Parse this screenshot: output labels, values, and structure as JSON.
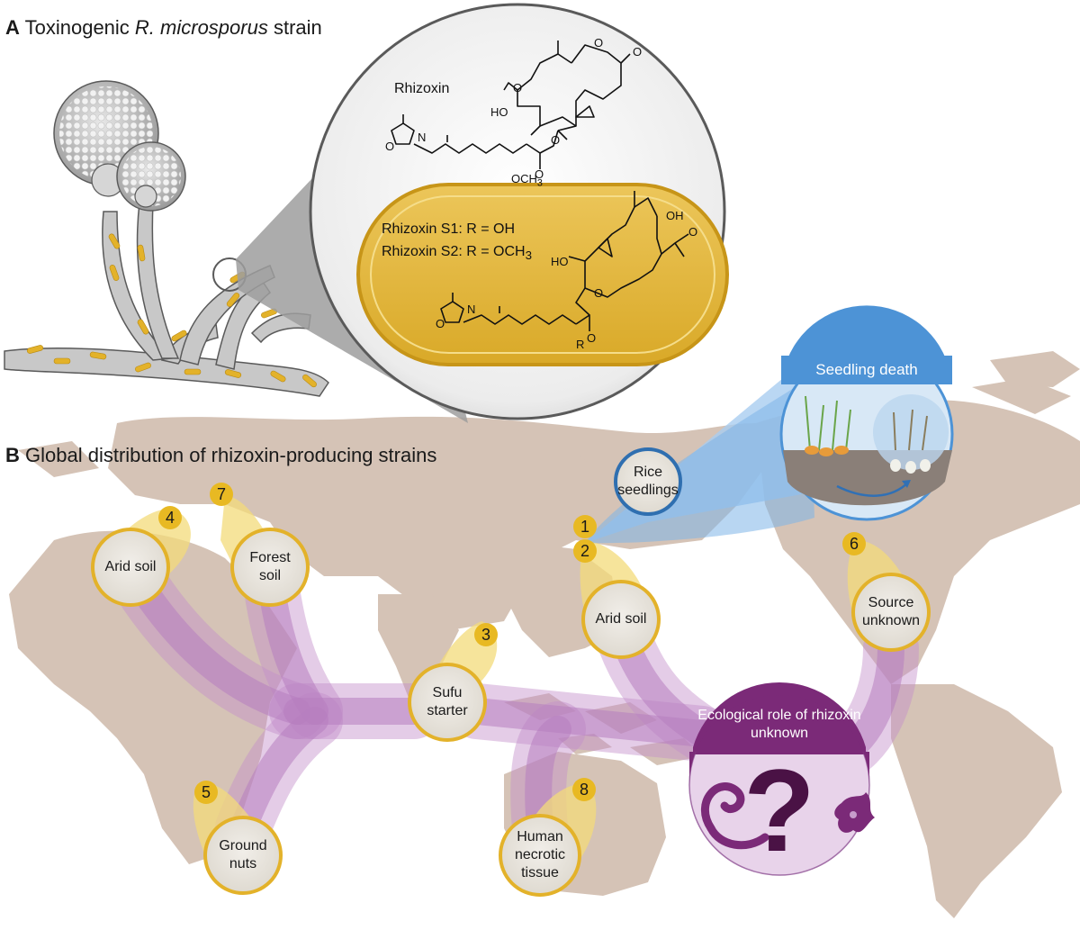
{
  "panel_a": {
    "letter": "A",
    "title_prefix": "Toxinogenic ",
    "title_italic": "R. microsporus",
    "title_suffix": " strain"
  },
  "chemistry": {
    "rhizoxin_name": "Rhizoxin",
    "ho_label": "HO",
    "ho_label_2": "HO",
    "oh_label": "OH",
    "och3_label": "OCH",
    "sub3": "3",
    "o_labels": [
      "O",
      "O",
      "O",
      "O",
      "O",
      "O",
      "O",
      "O",
      "O",
      "O"
    ],
    "n_labels": [
      "N",
      "N"
    ],
    "r_label": "R",
    "s1_line": "Rhizoxin S1: R = OH",
    "s2_line": "Rhizoxin S2: R = OCH",
    "s2_sub": "3"
  },
  "panel_b": {
    "letter": "B",
    "title": "Global distribution of rhizoxin-producing strains"
  },
  "seedling": {
    "title": "Seedling death",
    "source_label": "Rice seedlings"
  },
  "sites": [
    {
      "num": "1"
    },
    {
      "num": "2",
      "label": "Arid soil"
    },
    {
      "num": "3",
      "label": "Sufu starter"
    },
    {
      "num": "4",
      "label": "Arid soil"
    },
    {
      "num": "5",
      "label": "Ground nuts"
    },
    {
      "num": "6",
      "label": "Source unknown"
    },
    {
      "num": "7",
      "label": "Forest soil"
    },
    {
      "num": "8",
      "label": "Human necrotic tissue"
    }
  ],
  "eco_role": {
    "title": "Ecological role of rhizoxin unknown",
    "question_mark": "?"
  },
  "colors": {
    "land": "#d5c3b6",
    "fungus": "#c8c8c8",
    "bacteria": "#e3b22a",
    "yellow_glow": "#f3db7a",
    "purple_flow": "#c38fc9",
    "purple_dark": "#7b2a78",
    "seedling_blue": "#4d93d6",
    "bubble_fill": "#e9e5dd"
  },
  "icons": [
    "fungus-icon",
    "worm-icon",
    "amoeba-icon",
    "seedling-icon",
    "question-icon"
  ]
}
